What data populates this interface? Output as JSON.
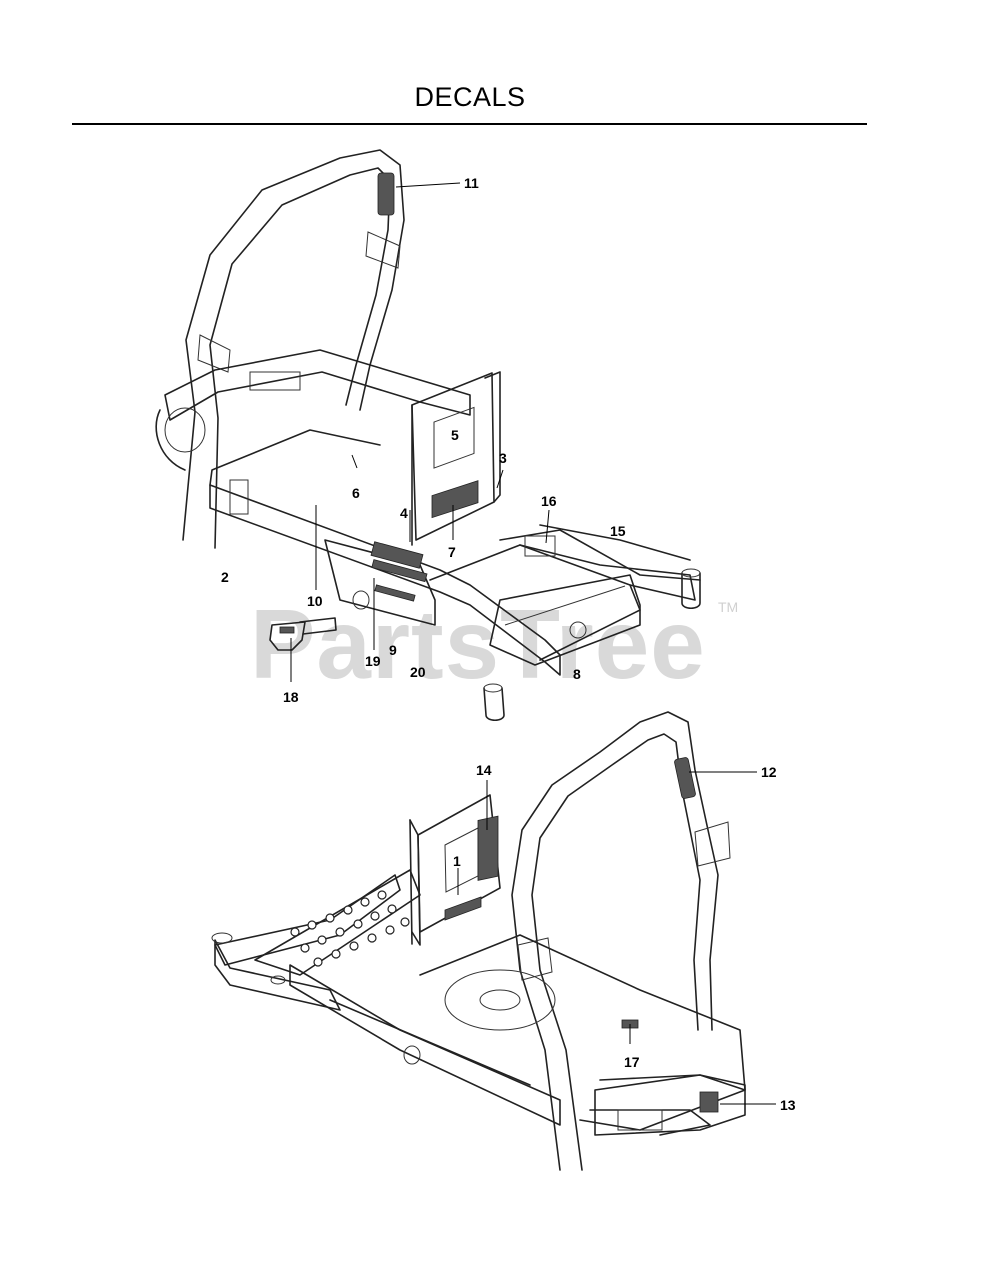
{
  "page": {
    "title": "DECALS",
    "watermark": "PartsTree",
    "watermark_tm": "TM"
  },
  "callouts": {
    "c1": "1",
    "c2": "2",
    "c3": "3",
    "c4": "4",
    "c5": "5",
    "c6": "6",
    "c7": "7",
    "c8": "8",
    "c9": "9",
    "c10": "10",
    "c11": "11",
    "c12": "12",
    "c13": "13",
    "c14": "14",
    "c15": "15",
    "c16": "16",
    "c17": "17",
    "c18": "18",
    "c19": "19",
    "c20": "20"
  }
}
